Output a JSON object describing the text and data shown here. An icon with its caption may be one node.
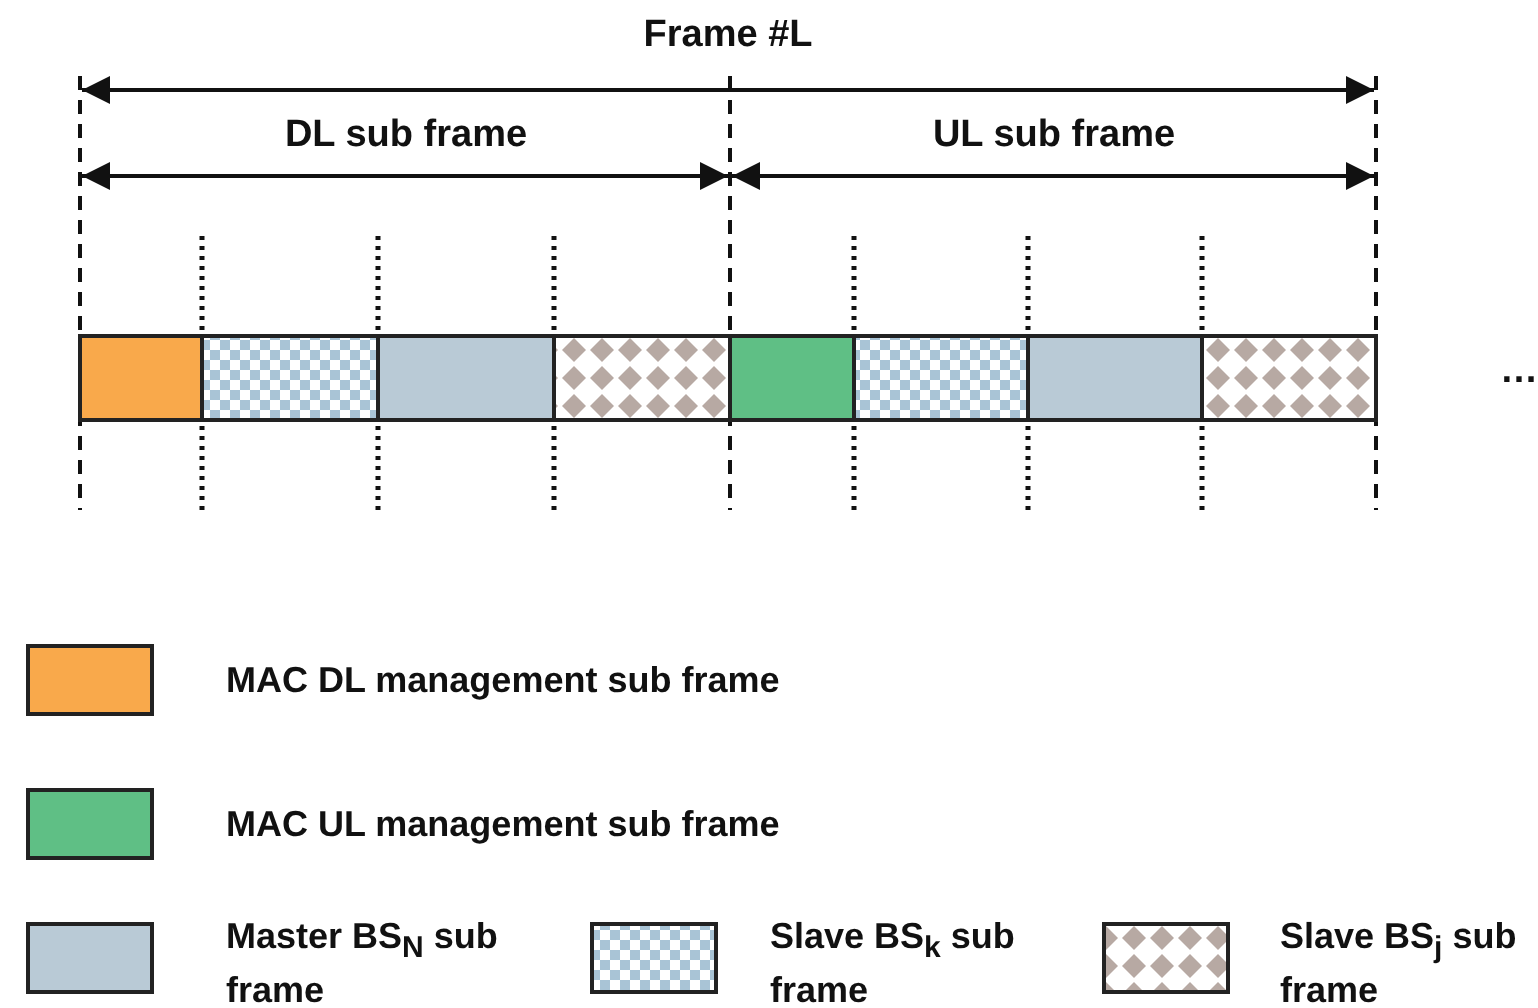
{
  "diagram": {
    "nodes": [
      {
        "text": [],
        "shape": "box"
      },
      {
        "text": [],
        "shape": "box"
      },
      {
        "text": [],
        "shape": "box"
      },
      {
        "text": [],
        "shape": "box"
      },
      {
        "text": [],
        "shape": "box"
      },
      {
        "text": [],
        "shape": "box"
      },
      {
        "text": [],
        "shape": "box"
      },
      {
        "text": [],
        "shape": "box"
      }
    ],
    "labels": [
      "Frame #L",
      "DL sub frame",
      "UL sub frame",
      "…"
    ],
    "legend": [
      {
        "text": "MAC DL management sub frame",
        "color": "#f9a94b"
      },
      {
        "text": "MAC UL management sub frame",
        "color": "#5fbf85"
      },
      {
        "text": "Master BS$_{N}$ sub frame",
        "color": "#b9cad6"
      },
      {
        "text": "Slave BS$_{k}$ sub frame"
      },
      {
        "text": "Slave BS$_{j}$ sub frame"
      }
    ]
  }
}
